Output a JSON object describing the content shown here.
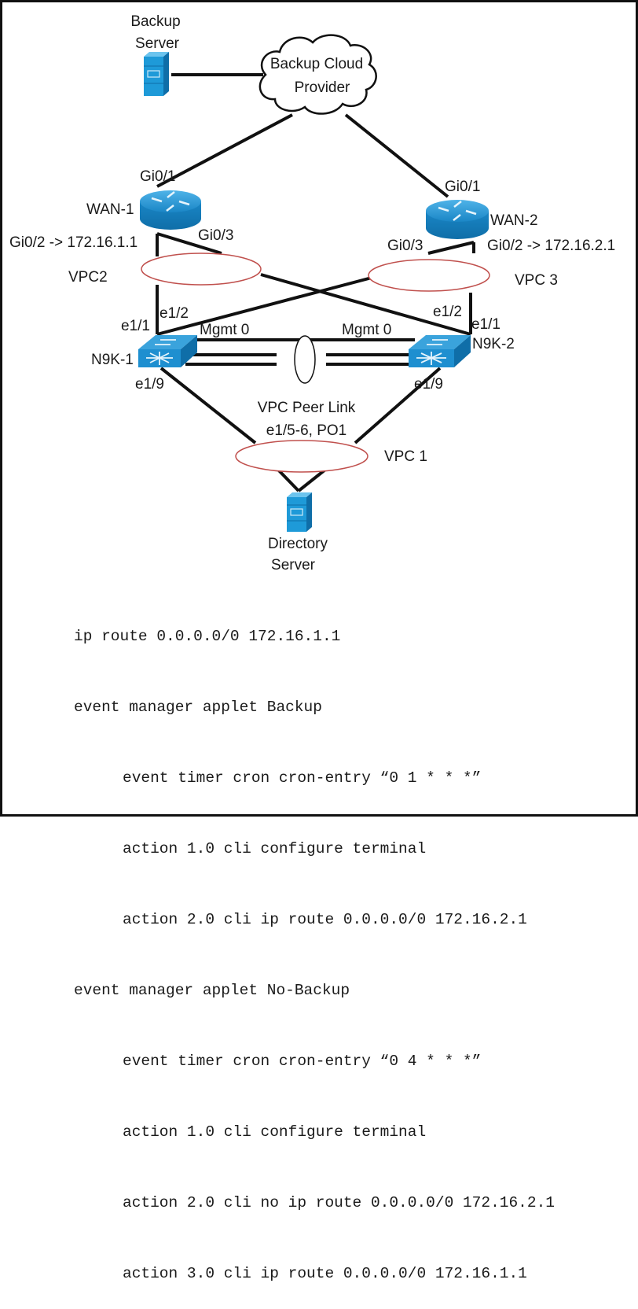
{
  "diagram": {
    "nodes": {
      "backup_server": {
        "label_line1": "Backup",
        "label_line2": "Server",
        "icon": "server-icon"
      },
      "cloud": {
        "label_line1": "Backup Cloud",
        "label_line2": "Provider",
        "icon": "cloud-icon"
      },
      "wan1": {
        "label": "WAN-1",
        "icon": "router-icon"
      },
      "wan2": {
        "label": "WAN-2",
        "icon": "router-icon"
      },
      "n9k1": {
        "label": "N9K-1",
        "icon": "switch-icon"
      },
      "n9k2": {
        "label": "N9K-2",
        "icon": "switch-icon"
      },
      "directory_server": {
        "label_line1": "Directory",
        "label_line2": "Server",
        "icon": "server-icon"
      }
    },
    "interfaces": {
      "wan1_gi01": "Gi0/1",
      "wan1_gi02": "Gi0/2 -> 172.16.1.1",
      "wan1_gi03": "Gi0/3",
      "wan2_gi01": "Gi0/1",
      "wan2_gi02": "Gi0/2 -> 172.16.2.1",
      "wan2_gi03": "Gi0/3",
      "n9k1_e11": "e1/1",
      "n9k1_e12": "e1/2",
      "n9k1_mgmt": "Mgmt 0",
      "n9k1_e19": "e1/9",
      "n9k2_e11": "e1/1",
      "n9k2_e12": "e1/2",
      "n9k2_mgmt": "Mgmt 0",
      "n9k2_e19": "e1/9"
    },
    "groups": {
      "vpc1": "VPC 1",
      "vpc2": "VPC2",
      "vpc3": "VPC 3",
      "peer_link_line1": "VPC Peer Link",
      "peer_link_line2": "e1/5-6, PO1"
    },
    "colors": {
      "device_blue": "#1e8fd0",
      "device_dark": "#0d5f95",
      "vpc_ellipse": "#c0504d",
      "line": "#111111"
    }
  },
  "config": {
    "lines": [
      {
        "text": "ip route 0.0.0.0/0 172.16.1.1",
        "indent": false
      },
      {
        "text": "event manager applet Backup",
        "indent": false
      },
      {
        "text": "event timer cron cron-entry “0 1 * * *”",
        "indent": true
      },
      {
        "text": "action 1.0 cli configure terminal",
        "indent": true
      },
      {
        "text": "action 2.0 cli ip route 0.0.0.0/0 172.16.2.1",
        "indent": true
      },
      {
        "text": "event manager applet No-Backup",
        "indent": false
      },
      {
        "text": "event timer cron cron-entry “0 4 * * *”",
        "indent": true
      },
      {
        "text": "action 1.0 cli configure terminal",
        "indent": true
      },
      {
        "text": "action 2.0 cli no ip route 0.0.0.0/0 172.16.2.1",
        "indent": true
      },
      {
        "text": "action 3.0 cli ip route 0.0.0.0/0 172.16.1.1",
        "indent": true
      }
    ]
  }
}
